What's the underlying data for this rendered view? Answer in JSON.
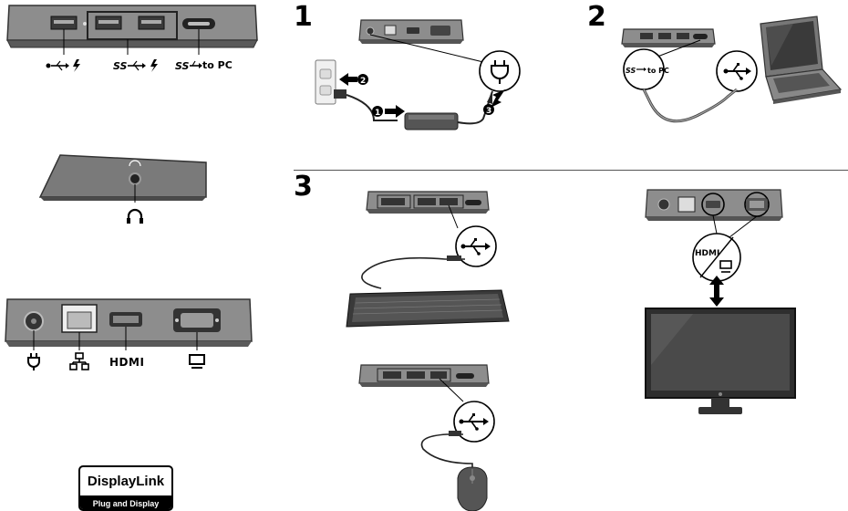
{
  "steps": {
    "one": "1",
    "two": "2",
    "three": "3"
  },
  "captions": {
    "top_usb_ss_to_pc": "to PC",
    "step2_ss_to_pc": "to PC",
    "hdmi_label": "HDMI"
  },
  "badge": {
    "brand": "DisplayLink",
    "tagline": "Plug and Display"
  },
  "colors": {
    "device_body": "#6e6e6e",
    "device_top": "#8a8a8a",
    "device_dark": "#3a3a3a",
    "line": "#000000"
  },
  "icons": [
    "usb-icon",
    "charge-icon",
    "superspeed-usb-icon",
    "headphone-icon",
    "power-plug-icon",
    "network-icon",
    "hdmi-icon",
    "monitor-icon"
  ]
}
